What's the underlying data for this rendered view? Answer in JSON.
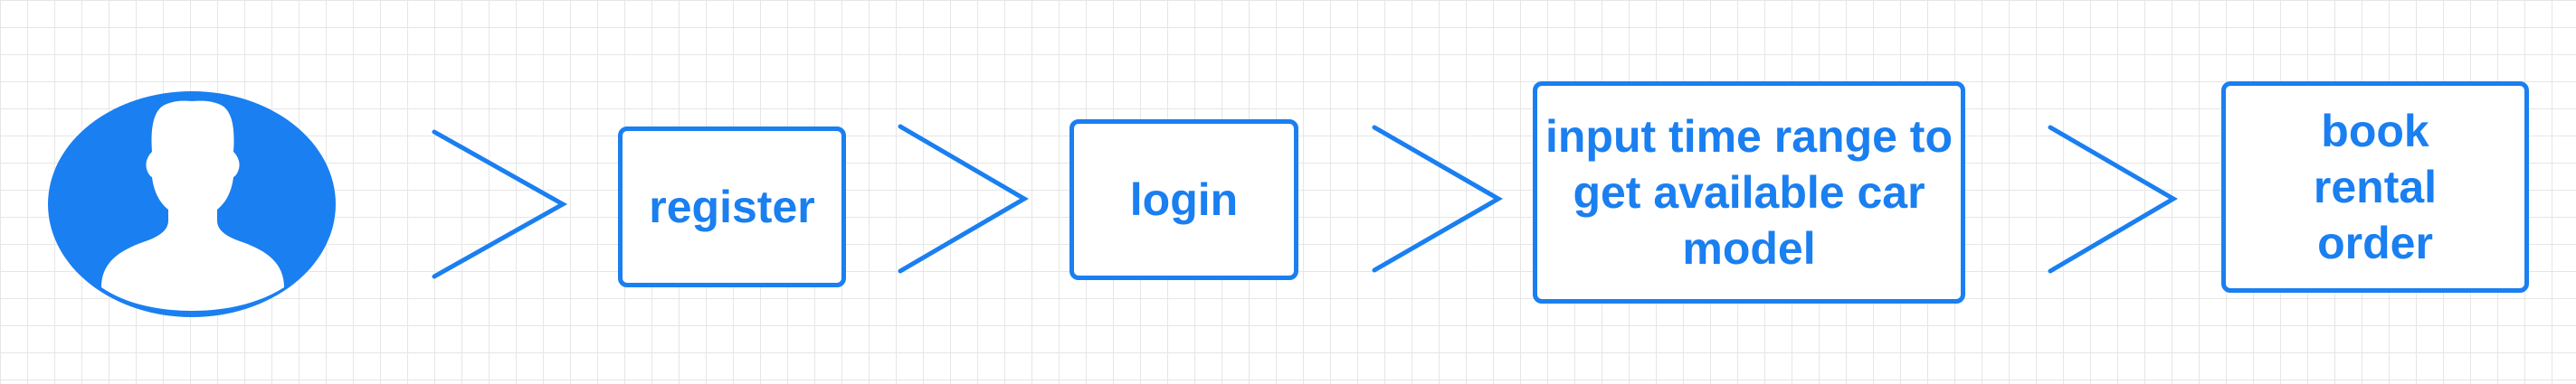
{
  "diagram": {
    "actor_icon": "user-silhouette-icon",
    "steps": [
      {
        "label": "register"
      },
      {
        "label": "login"
      },
      {
        "label": "input time range to get available car model"
      },
      {
        "label": "book rental order"
      }
    ],
    "connector_icon": "chevron-right-icon"
  },
  "colors": {
    "accent": "#1a7ff0",
    "background": "#ffffff",
    "grid": "#e6e6e6"
  }
}
